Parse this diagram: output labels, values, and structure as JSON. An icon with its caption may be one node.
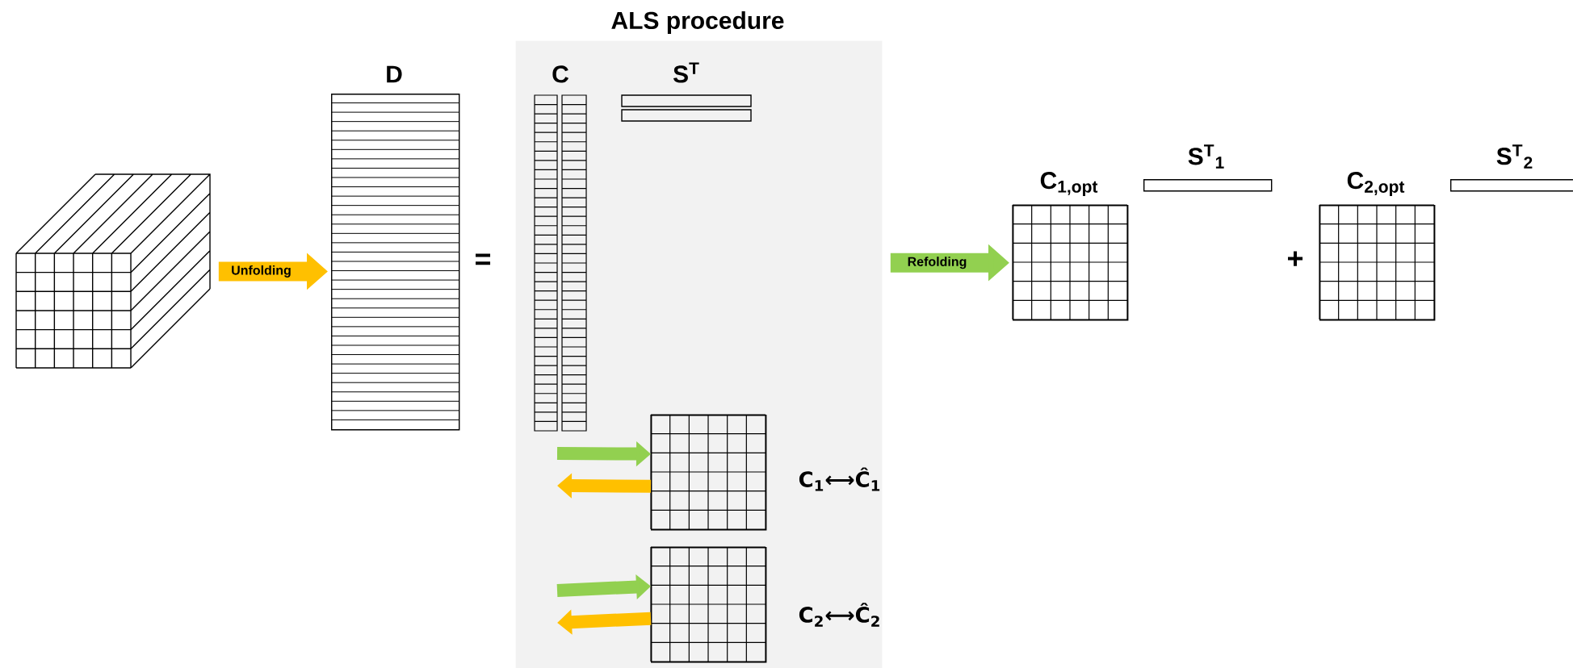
{
  "diagram": {
    "nodes": [
      {
        "text": [],
        "shape": "cube"
      },
      {
        "text": [
          "D"
        ]
      },
      {
        "text": [
          "ALS procedure"
        ]
      },
      {
        "text": [
          "C"
        ],
        "in": 2
      },
      {
        "text": [
          "S$^{T}$"
        ],
        "in": 2
      },
      {
        "text": [],
        "shape": "box",
        "in": 2,
        "beside": [
          "C$_{1}$⟷Ĉ$_{1}$"
        ]
      },
      {
        "text": [],
        "shape": "box",
        "in": 2,
        "beside": [
          "C$_{2}$⟷Ĉ$_{2}$"
        ]
      },
      {
        "text": [
          "C$_{1,opt}$"
        ]
      },
      {
        "text": [
          "S$^{T}$$_{1}$"
        ]
      },
      {
        "text": [
          "C$_{2,opt}$"
        ]
      },
      {
        "text": [
          "S$^{T}$$_{2}$"
        ]
      }
    ],
    "edges": [
      {
        "from": 0,
        "to": 1,
        "arrow": "to",
        "label": "Unfolding",
        "color": "#ffc000"
      },
      {
        "from": 2,
        "to": 7,
        "arrow": "to",
        "label": "Refolding",
        "color": "#92d050"
      },
      {
        "from": null,
        "to": 5,
        "arrow": "to",
        "color": "#92d050"
      },
      {
        "from": 5,
        "to": null,
        "arrow": "to",
        "color": "#ffc000"
      },
      {
        "from": null,
        "to": 6,
        "arrow": "to",
        "color": "#92d050"
      },
      {
        "from": 6,
        "to": null,
        "arrow": "to",
        "color": "#ffc000"
      }
    ],
    "labels": [
      "=",
      "+"
    ]
  }
}
